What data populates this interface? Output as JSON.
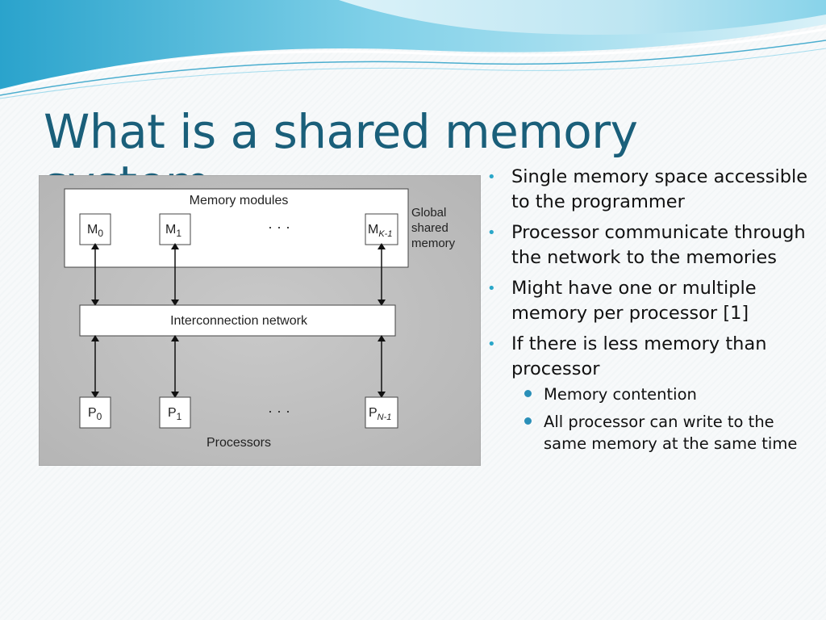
{
  "slide": {
    "title": "What is a shared memory system"
  },
  "diagram": {
    "memory_modules_label": "Memory modules",
    "global_label_lines": [
      "Global",
      "shared",
      "memory"
    ],
    "modules": [
      {
        "base": "M",
        "sub": "0"
      },
      {
        "base": "M",
        "sub": "1"
      },
      {
        "base": "M",
        "sub": "K-1"
      }
    ],
    "ellipsis": "· · ·",
    "network_label": "Interconnection network",
    "processors": [
      {
        "base": "P",
        "sub": "0"
      },
      {
        "base": "P",
        "sub": "1"
      },
      {
        "base": "P",
        "sub": "N-1"
      }
    ],
    "processors_label": "Processors"
  },
  "bullets": [
    {
      "text": "Single memory space accessible to the programmer"
    },
    {
      "text": "Processor communicate through the network to the memories"
    },
    {
      "text": "Might have one or multiple memory per processor [1]"
    },
    {
      "text": "If there is less memory than processor",
      "sub": [
        {
          "text": "Memory contention"
        },
        {
          "text": "All processor can write to the same memory at the same time"
        }
      ]
    }
  ],
  "colors": {
    "title": "#1a5f7a",
    "bullet_marker": "#2aa7c9",
    "sub_bullet_marker": "#2a8fb8",
    "wave_light": "#bfe6f2",
    "wave_mid": "#5cc3e0",
    "wave_dark": "#1f9bc4"
  },
  "icons": {
    "bullet": "bullet-dot-icon",
    "sub_bullet": "filled-circle-icon",
    "arrow": "double-arrow-icon"
  }
}
